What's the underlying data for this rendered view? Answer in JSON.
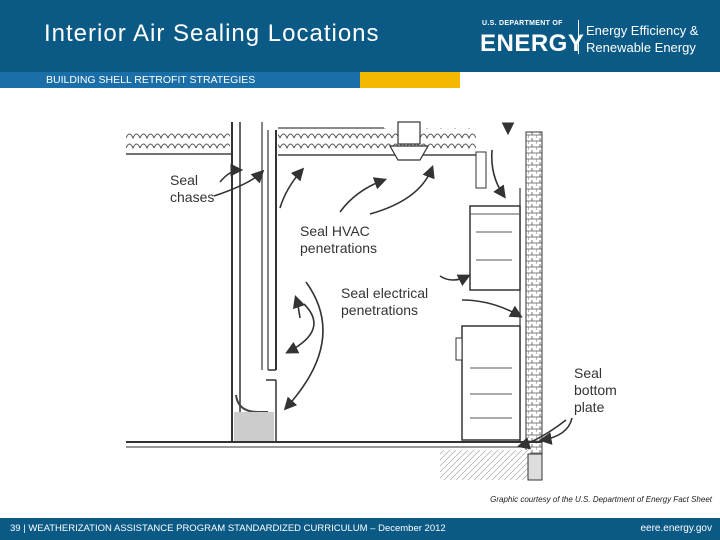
{
  "header": {
    "title": "Interior Air Sealing Locations",
    "logo_small": "U.S. DEPARTMENT OF",
    "logo_big": "ENERGY",
    "logo_line1": "Energy Efficiency &",
    "logo_line2": "Renewable Energy"
  },
  "subheader": {
    "text": "BUILDING SHELL RETROFIT STRATEGIES"
  },
  "diagram": {
    "labels": {
      "seal_chases_1": "Seal",
      "seal_chases_2": "chases",
      "seal_hvac_1": "Seal HVAC",
      "seal_hvac_2": "penetrations",
      "seal_elec_1": "Seal electrical",
      "seal_elec_2": "penetrations",
      "seal_bottom_1": "Seal",
      "seal_bottom_2": "bottom",
      "seal_bottom_3": "plate"
    }
  },
  "credit": "Graphic courtesy of the U.S. Department of Energy Fact Sheet",
  "footer": {
    "left": "39 | WEATHERIZATION ASSISTANCE PROGRAM STANDARDIZED CURRICULUM – December 2012",
    "right": "eere.energy.gov"
  },
  "colors": {
    "header_blue": "#0b5a86",
    "bar_blue": "#1a6fa8",
    "bar_gold": "#f5b800"
  }
}
